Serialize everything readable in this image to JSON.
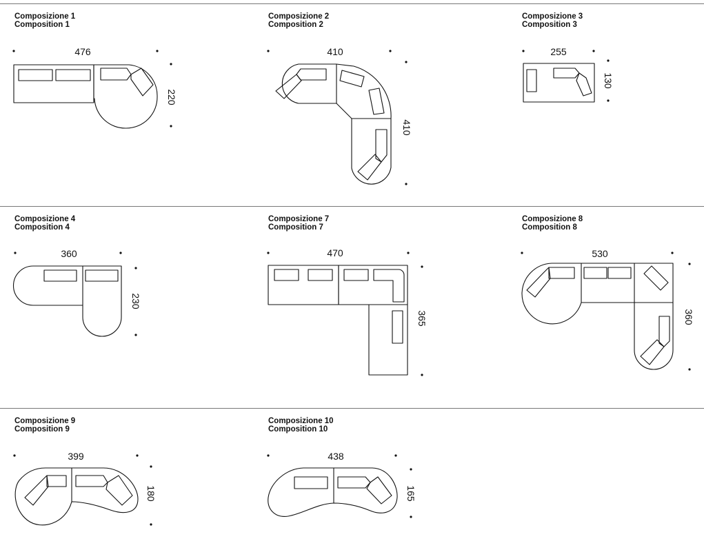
{
  "compositions": [
    {
      "it": "Composizione 1",
      "en": "Composition 1",
      "width": "476",
      "depth": "220"
    },
    {
      "it": "Composizione 2",
      "en": "Composition 2",
      "width": "410",
      "depth": "410"
    },
    {
      "it": "Composizione 3",
      "en": "Composition 3",
      "width": "255",
      "depth": "130"
    },
    {
      "it": "Composizione 4",
      "en": "Composition 4",
      "width": "360",
      "depth": "230"
    },
    {
      "it": "Composizione 7",
      "en": "Composition 7",
      "width": "470",
      "depth": "365"
    },
    {
      "it": "Composizione 8",
      "en": "Composition 8",
      "width": "530",
      "depth": "360"
    },
    {
      "it": "Composizione 9",
      "en": "Composition 9",
      "width": "399",
      "depth": "180"
    },
    {
      "it": "Composizione 10",
      "en": "Composition 10",
      "width": "438",
      "depth": "165"
    }
  ]
}
